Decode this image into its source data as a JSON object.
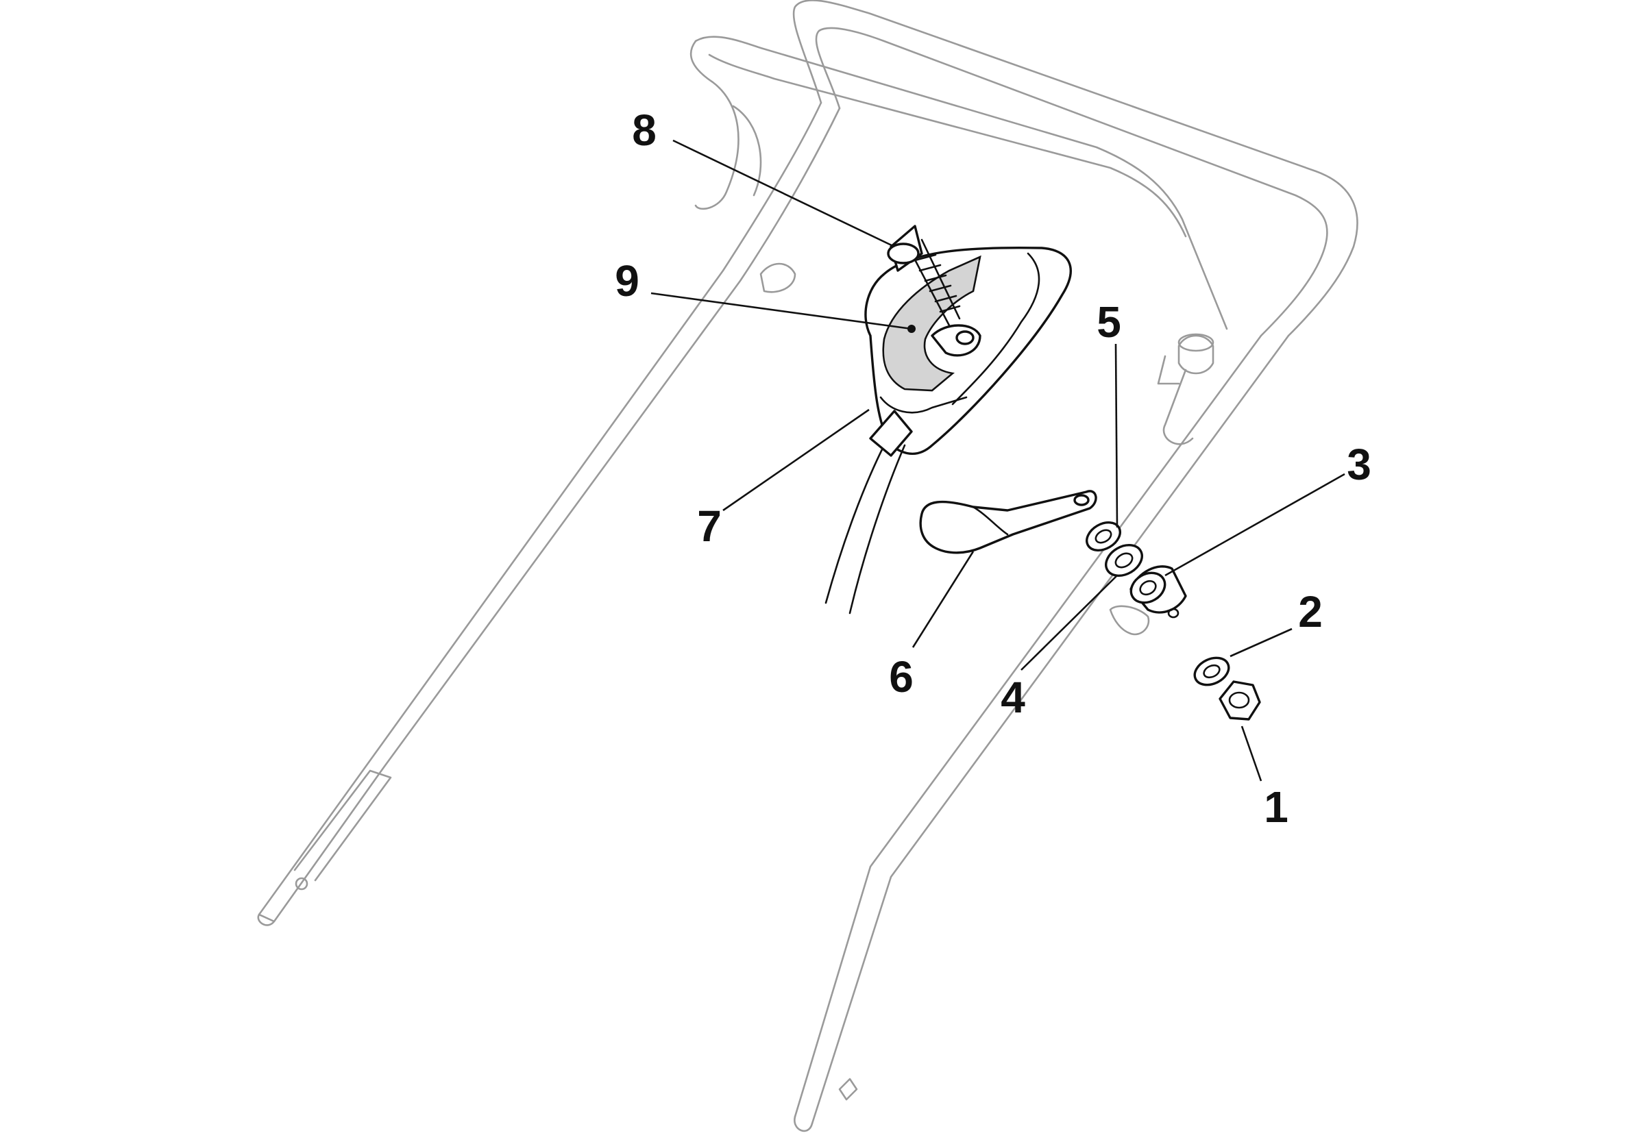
{
  "diagram": {
    "type": "exploded-parts-diagram",
    "callouts": [
      {
        "id": "1",
        "label": "1"
      },
      {
        "id": "2",
        "label": "2"
      },
      {
        "id": "3",
        "label": "3"
      },
      {
        "id": "4",
        "label": "4"
      },
      {
        "id": "5",
        "label": "5"
      },
      {
        "id": "6",
        "label": "6"
      },
      {
        "id": "7",
        "label": "7"
      },
      {
        "id": "8",
        "label": "8"
      },
      {
        "id": "9",
        "label": "9"
      }
    ],
    "colors": {
      "frame_stroke": "#9a9a9a",
      "part_stroke": "#111111",
      "decal_fill": "#d4d4d4",
      "background": "#ffffff"
    }
  }
}
